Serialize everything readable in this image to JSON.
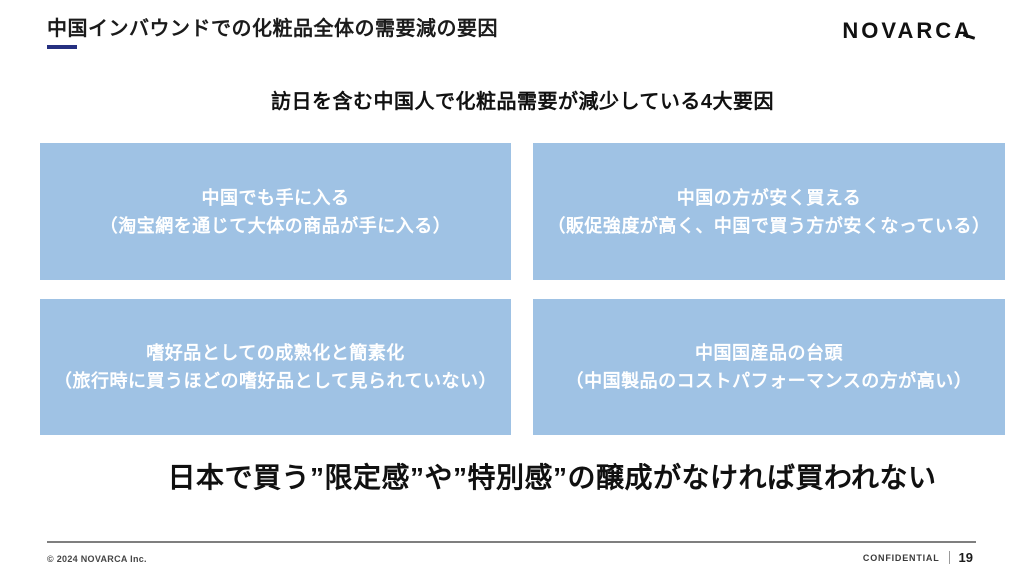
{
  "slide": {
    "title": "中国インバウンドでの化粧品全体の需要減の要因",
    "logo_text": "NOVARCA",
    "subtitle": "訪日を含む中国人で化粧品需要が減少している4大要因",
    "boxes": [
      {
        "line1": "中国でも手に入る",
        "line2": "（淘宝網を通じて大体の商品が手に入る）"
      },
      {
        "line1": "中国の方が安く買える",
        "line2": "（販促強度が高く、中国で買う方が安くなっている）"
      },
      {
        "line1": "嗜好品としての成熟化と簡素化",
        "line2": "（旅行時に買うほどの嗜好品として見られていない）"
      },
      {
        "line1": "中国国産品の台頭",
        "line2": "（中国製品のコストパフォーマンスの方が高い）"
      }
    ],
    "conclusion": "日本で買う”限定感”や”特別感”の醸成がなければ買われない",
    "footer": {
      "copyright": "© 2024 NOVARCA Inc.",
      "confidential": "CONFIDENTIAL",
      "page_number": "19"
    },
    "colors": {
      "box_fill": "#9fc2e4",
      "accent_underline": "#253080",
      "title_text": "#1b1b1b",
      "box_text": "#ffffff"
    }
  }
}
